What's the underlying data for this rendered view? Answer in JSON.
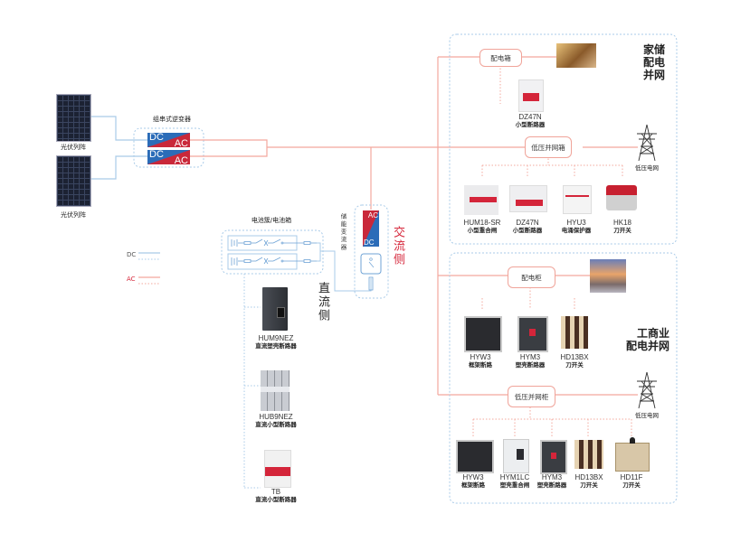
{
  "pv": {
    "array1_label": "光伏列阵",
    "array2_label": "光伏列阵"
  },
  "inverter": {
    "label": "组串式逆变器",
    "unit_dc": "DC",
    "unit_ac": "AC"
  },
  "legend": {
    "dc_label": "DC",
    "ac_label": "AC"
  },
  "battery": {
    "label": "电池簇/电池箱"
  },
  "pcs": {
    "label": "储能变流器",
    "top": "AC",
    "bottom": "DC"
  },
  "sides": {
    "ac_side": "交流侧",
    "dc_side": "直流侧"
  },
  "dc_devices": [
    {
      "model": "HUM9NEZ",
      "desc": "直流塑壳断路器"
    },
    {
      "model": "HUB9NEZ",
      "desc": "直流小型断路器"
    },
    {
      "model": "TB",
      "desc": "直流小型断路器"
    }
  ],
  "home": {
    "title": "家储配电并网",
    "title_lines": [
      "家储",
      "配电",
      "并网"
    ],
    "dist_box": "配电箱",
    "dist_device": {
      "model": "DZ47N",
      "desc": "小型断路器"
    },
    "grid_box": "低压并网箱",
    "grid_label": "低压电网",
    "grid_devices": [
      {
        "model": "HUM18-SR",
        "desc": "小型重合闸"
      },
      {
        "model": "DZ47N",
        "desc": "小型断路器"
      },
      {
        "model": "HYU3",
        "desc": "电涌保护器"
      },
      {
        "model": "HK18",
        "desc": "刀开关"
      }
    ]
  },
  "commercial": {
    "title_lines": [
      "工商业",
      "配电并网"
    ],
    "dist_cabinet": "配电柜",
    "dist_devices": [
      {
        "model": "HYW3",
        "desc": "框架断路"
      },
      {
        "model": "HYM3",
        "desc": "塑壳断路器"
      },
      {
        "model": "HD13BX",
        "desc": "刀开关"
      }
    ],
    "grid_cabinet": "低压并网柜",
    "grid_label": "低压电网",
    "grid_devices": [
      {
        "model": "HYW3",
        "desc": "框架断路"
      },
      {
        "model": "HYM1LC",
        "desc": "塑壳重合闸"
      },
      {
        "model": "HYM3",
        "desc": "塑壳断路器"
      },
      {
        "model": "HD13BX",
        "desc": "刀开关"
      },
      {
        "model": "HD11F",
        "desc": "刀开关"
      }
    ]
  },
  "colors": {
    "dc_line": "#a9cbe8",
    "ac_line": "#f3a89e",
    "ac_accent": "#d6283c",
    "dc_accent": "#2b6cb8"
  }
}
